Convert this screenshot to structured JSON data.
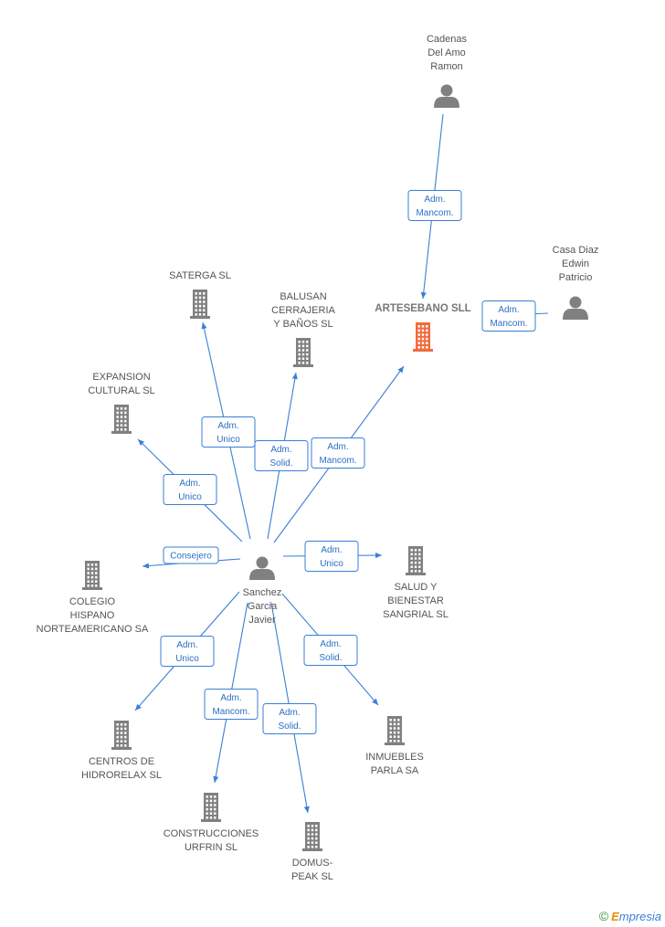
{
  "colors": {
    "edge": "#3a7fd5",
    "node": "#808080",
    "highlight": "#f26a3d"
  },
  "nodes": [
    {
      "id": "cadenas",
      "type": "person",
      "lines": [
        "Cadenas",
        "Del Amo",
        "Ramon"
      ]
    },
    {
      "id": "casa",
      "type": "person",
      "lines": [
        "Casa Diaz",
        "Edwin",
        "Patricio"
      ]
    },
    {
      "id": "artesebano",
      "type": "company",
      "highlight": true,
      "lines": [
        "ARTESEBANO SLL"
      ]
    },
    {
      "id": "saterga",
      "type": "company",
      "lines": [
        "SATERGA SL"
      ]
    },
    {
      "id": "balusan",
      "type": "company",
      "lines": [
        "BALUSAN",
        "CERRAJERIA",
        "Y BAÑOS SL"
      ]
    },
    {
      "id": "expansion",
      "type": "company",
      "lines": [
        "EXPANSION",
        "CULTURAL SL"
      ]
    },
    {
      "id": "sanchez",
      "type": "person",
      "lines": [
        "Sanchez",
        "Garcia",
        "Javier"
      ]
    },
    {
      "id": "colegio",
      "type": "company",
      "lines": [
        "COLEGIO",
        "HISPANO",
        "NORTEAMERICANO SA"
      ]
    },
    {
      "id": "salud",
      "type": "company",
      "lines": [
        "SALUD Y",
        "BIENESTAR",
        "SANGRIAL SL"
      ]
    },
    {
      "id": "centros",
      "type": "company",
      "lines": [
        "CENTROS DE",
        "HIDRORELAX SL"
      ]
    },
    {
      "id": "inmuebles",
      "type": "company",
      "lines": [
        "INMUEBLES",
        "PARLA SA"
      ]
    },
    {
      "id": "construcciones",
      "type": "company",
      "lines": [
        "CONSTRUCCIONES",
        "URFRIN SL"
      ]
    },
    {
      "id": "domus",
      "type": "company",
      "lines": [
        "DOMUS-",
        "PEAK SL"
      ]
    }
  ],
  "edges": [
    {
      "from": "cadenas",
      "to": "artesebano",
      "lines": [
        "Adm.",
        "Mancom."
      ]
    },
    {
      "from": "casa",
      "to": "artesebano",
      "lines": [
        "Adm.",
        "Mancom."
      ]
    },
    {
      "from": "sanchez",
      "to": "saterga",
      "lines": [
        "Adm.",
        "Unico"
      ]
    },
    {
      "from": "sanchez",
      "to": "balusan",
      "lines": [
        "Adm.",
        "Solid."
      ]
    },
    {
      "from": "sanchez",
      "to": "artesebano",
      "lines": [
        "Adm.",
        "Mancom."
      ]
    },
    {
      "from": "sanchez",
      "to": "expansion",
      "lines": [
        "Adm.",
        "Unico"
      ]
    },
    {
      "from": "sanchez",
      "to": "colegio",
      "lines": [
        "Consejero"
      ]
    },
    {
      "from": "sanchez",
      "to": "salud",
      "lines": [
        "Adm.",
        "Unico"
      ]
    },
    {
      "from": "sanchez",
      "to": "centros",
      "lines": [
        "Adm.",
        "Unico"
      ]
    },
    {
      "from": "sanchez",
      "to": "inmuebles",
      "lines": [
        "Adm.",
        "Solid."
      ]
    },
    {
      "from": "sanchez",
      "to": "construcciones",
      "lines": [
        "Adm.",
        "Mancom."
      ]
    },
    {
      "from": "sanchez",
      "to": "domus",
      "lines": [
        "Adm.",
        "Solid."
      ]
    }
  ],
  "brand": {
    "symbol": "©",
    "initial": "E",
    "rest": "mpresia"
  }
}
